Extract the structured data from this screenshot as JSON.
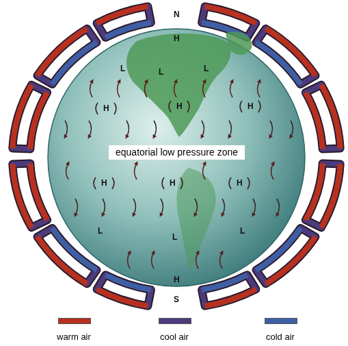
{
  "diagram": {
    "nodes": [
      {
        "text": [
          "equatorial low pressure zone"
        ]
      }
    ],
    "labels": [
      "N",
      "H",
      "L",
      "L",
      "L",
      "H",
      "H",
      "H",
      "H",
      "H",
      "H",
      "L",
      "L",
      "L",
      "H",
      "S"
    ],
    "legend": [
      {
        "text": "warm air",
        "color": "#b8311f"
      },
      {
        "text": "cool air",
        "color": "#4b3b7c"
      },
      {
        "text": "cold air",
        "color": "#3f5fa5"
      }
    ]
  }
}
